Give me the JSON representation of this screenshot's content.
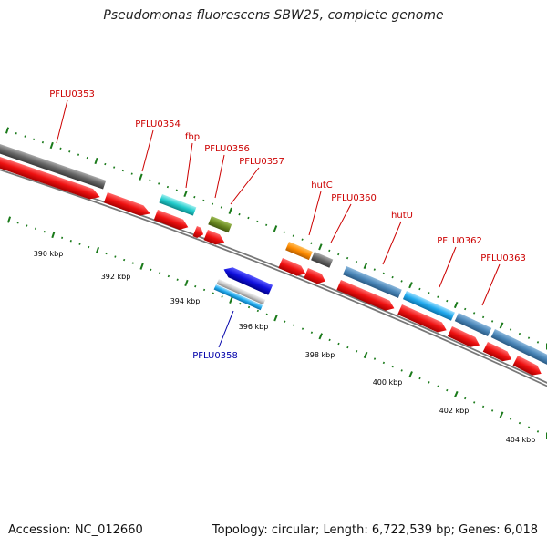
{
  "title": "Pseudomonas fluorescens SBW25, complete genome",
  "footer": {
    "accession": "Accession: NC_012660",
    "summary": "Topology: circular; Length: 6,722,539 bp; Genes: 6,018"
  },
  "scale_labels": [
    "390 kbp",
    "392 kbp",
    "394 kbp",
    "396 kbp",
    "398 kbp",
    "400 kbp",
    "402 kbp",
    "404 kbp"
  ],
  "gene_labels": [
    {
      "text": "PFLU0353",
      "color": "#cc0000"
    },
    {
      "text": "PFLU0354",
      "color": "#cc0000"
    },
    {
      "text": "fbp",
      "color": "#cc0000"
    },
    {
      "text": "PFLU0356",
      "color": "#cc0000"
    },
    {
      "text": "PFLU0357",
      "color": "#cc0000"
    },
    {
      "text": "hutC",
      "color": "#cc0000"
    },
    {
      "text": "PFLU0360",
      "color": "#cc0000"
    },
    {
      "text": "hutU",
      "color": "#cc0000"
    },
    {
      "text": "PFLU0362",
      "color": "#cc0000"
    },
    {
      "text": "PFLU0363",
      "color": "#cc0000"
    },
    {
      "text": "PFLU0358",
      "color": "#0000aa"
    }
  ],
  "colors": {
    "forward_cds": "#ee1111",
    "reverse_cds": "#1111dd",
    "backbone": "#777777",
    "tick": "#1a7a1a",
    "gray_feature": "#666666",
    "cyan_feature": "#22cccc",
    "olive_feature": "#6b8a22",
    "orange_feature": "#ff8c00",
    "steel_feature": "#4a86b8",
    "sky_feature": "#22aaee"
  }
}
